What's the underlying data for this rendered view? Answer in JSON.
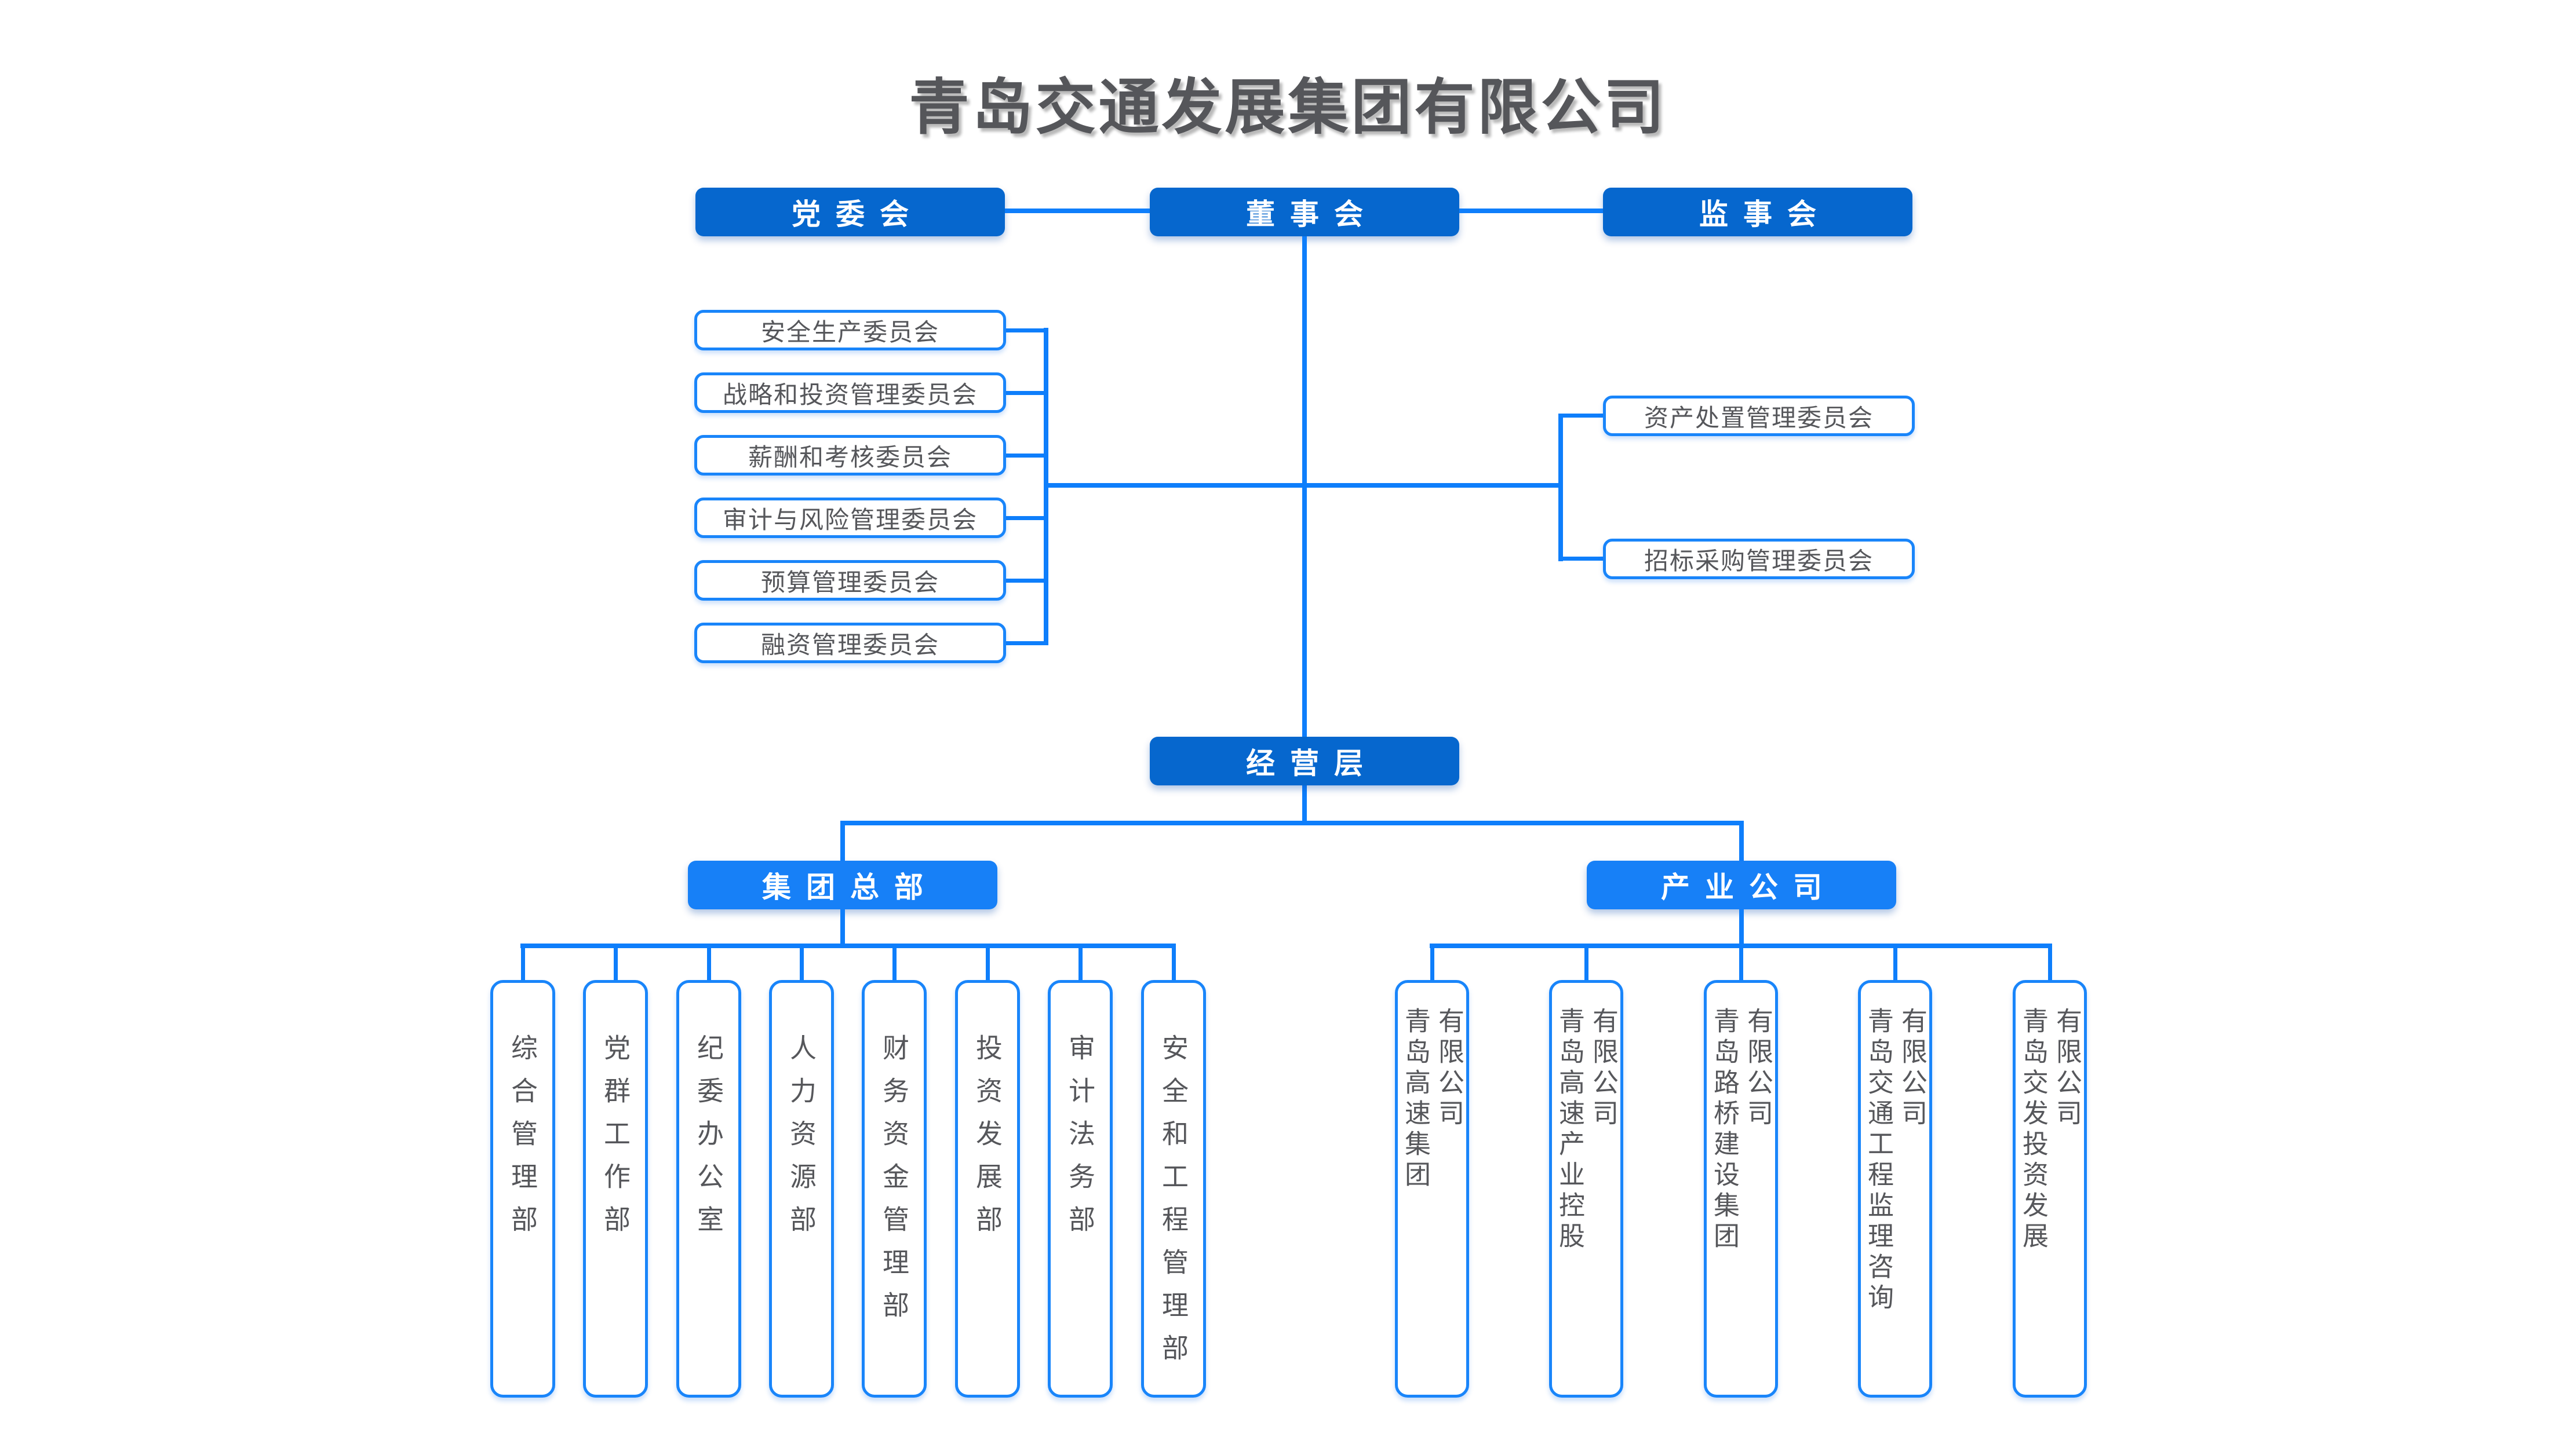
{
  "title": "青岛交通发展集团有限公司",
  "colors": {
    "dark_blue": "#0667CE",
    "bright_blue": "#1780F7",
    "line_blue": "#0E7EFB",
    "border_blue": "#1985FA",
    "text_gray": "#56575B",
    "title_gray": "#55565A"
  },
  "top_row": [
    "党委会",
    "董事会",
    "监事会"
  ],
  "left_committees": [
    "安全生产委员会",
    "战略和投资管理委员会",
    "薪酬和考核委员会",
    "审计与风险管理委员会",
    "预算管理委员会",
    "融资管理委员会"
  ],
  "right_committees": [
    "资产处置管理委员会",
    "招标采购管理委员会"
  ],
  "management": "经营层",
  "hq": {
    "label": "集团总部",
    "departments": [
      "综合管理部",
      "党群工作部",
      "纪委办公室",
      "人力资源部",
      "财务资金管理部",
      "投资发展部",
      "审计法务部",
      "安全和工程管理部"
    ]
  },
  "industry": {
    "label": "产业公司",
    "subsidiaries": [
      {
        "name": "青岛高速集团",
        "suffix": "有限公司",
        "full_name": "青岛高速集团有限公司"
      },
      {
        "name": "青岛高速产业控股",
        "suffix": "有限公司",
        "full_name": "青岛高速产业控股有限公司"
      },
      {
        "name": "青岛路桥建设集团",
        "suffix": "有限公司",
        "full_name": "青岛路桥建设集团有限公司"
      },
      {
        "name": "青岛交通工程监理咨询",
        "suffix": "有限公司",
        "full_name": "青岛交通工程监理咨询有限公司"
      },
      {
        "name": "青岛交发投资发展",
        "suffix": "有限公司",
        "full_name": "青岛交发投资发展有限公司"
      }
    ]
  }
}
